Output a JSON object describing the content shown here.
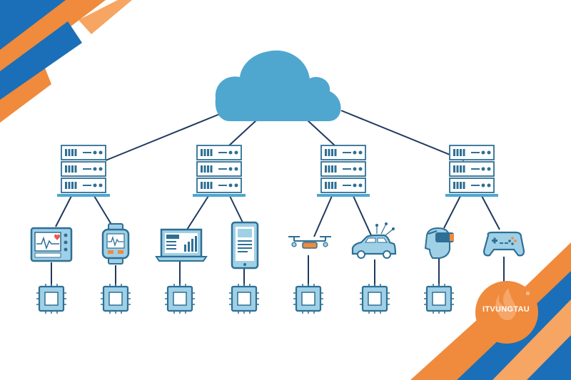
{
  "diagram": {
    "nodes": [
      {
        "id": "cloud",
        "kind": "cloud"
      },
      {
        "id": "server-1",
        "kind": "server-rack"
      },
      {
        "id": "server-2",
        "kind": "server-rack"
      },
      {
        "id": "server-3",
        "kind": "server-rack"
      },
      {
        "id": "server-4",
        "kind": "server-rack"
      },
      {
        "id": "device-health-monitor",
        "kind": "heart-monitor-icon"
      },
      {
        "id": "device-smartwatch",
        "kind": "smartwatch-icon"
      },
      {
        "id": "device-laptop",
        "kind": "laptop-icon"
      },
      {
        "id": "device-tablet",
        "kind": "tablet-icon"
      },
      {
        "id": "device-drone",
        "kind": "drone-icon"
      },
      {
        "id": "device-smart-car",
        "kind": "car-icon"
      },
      {
        "id": "device-vr-headset",
        "kind": "vr-headset-icon"
      },
      {
        "id": "device-gamepad",
        "kind": "gamepad-icon"
      },
      {
        "id": "chip-1",
        "kind": "chip-icon"
      },
      {
        "id": "chip-2",
        "kind": "chip-icon"
      },
      {
        "id": "chip-3",
        "kind": "chip-icon"
      },
      {
        "id": "chip-4",
        "kind": "chip-icon"
      },
      {
        "id": "chip-5",
        "kind": "chip-icon"
      },
      {
        "id": "chip-6",
        "kind": "chip-icon"
      },
      {
        "id": "chip-7",
        "kind": "chip-icon"
      }
    ],
    "edges": [
      [
        "cloud",
        "server-1"
      ],
      [
        "cloud",
        "server-2"
      ],
      [
        "cloud",
        "server-3"
      ],
      [
        "cloud",
        "server-4"
      ],
      [
        "server-1",
        "device-health-monitor"
      ],
      [
        "server-1",
        "device-smartwatch"
      ],
      [
        "server-2",
        "device-laptop"
      ],
      [
        "server-2",
        "device-tablet"
      ],
      [
        "server-3",
        "device-drone"
      ],
      [
        "server-3",
        "device-smart-car"
      ],
      [
        "server-4",
        "device-vr-headset"
      ],
      [
        "server-4",
        "device-gamepad"
      ],
      [
        "device-health-monitor",
        "chip-1"
      ],
      [
        "device-smartwatch",
        "chip-2"
      ],
      [
        "device-laptop",
        "chip-3"
      ],
      [
        "device-tablet",
        "chip-4"
      ],
      [
        "device-drone",
        "chip-5"
      ],
      [
        "device-smart-car",
        "chip-6"
      ],
      [
        "device-vr-headset",
        "chip-7"
      ]
    ]
  },
  "colors": {
    "line": "#1f3a5f",
    "cloud": "#4fa7cf",
    "device_fill": "#9fd0e6",
    "device_stroke": "#2e6f95",
    "accent_orange": "#f08a3c",
    "accent_blue": "#1a6fb8"
  },
  "logo": {
    "text": "ITVUNGTAU",
    "registered": "®"
  }
}
